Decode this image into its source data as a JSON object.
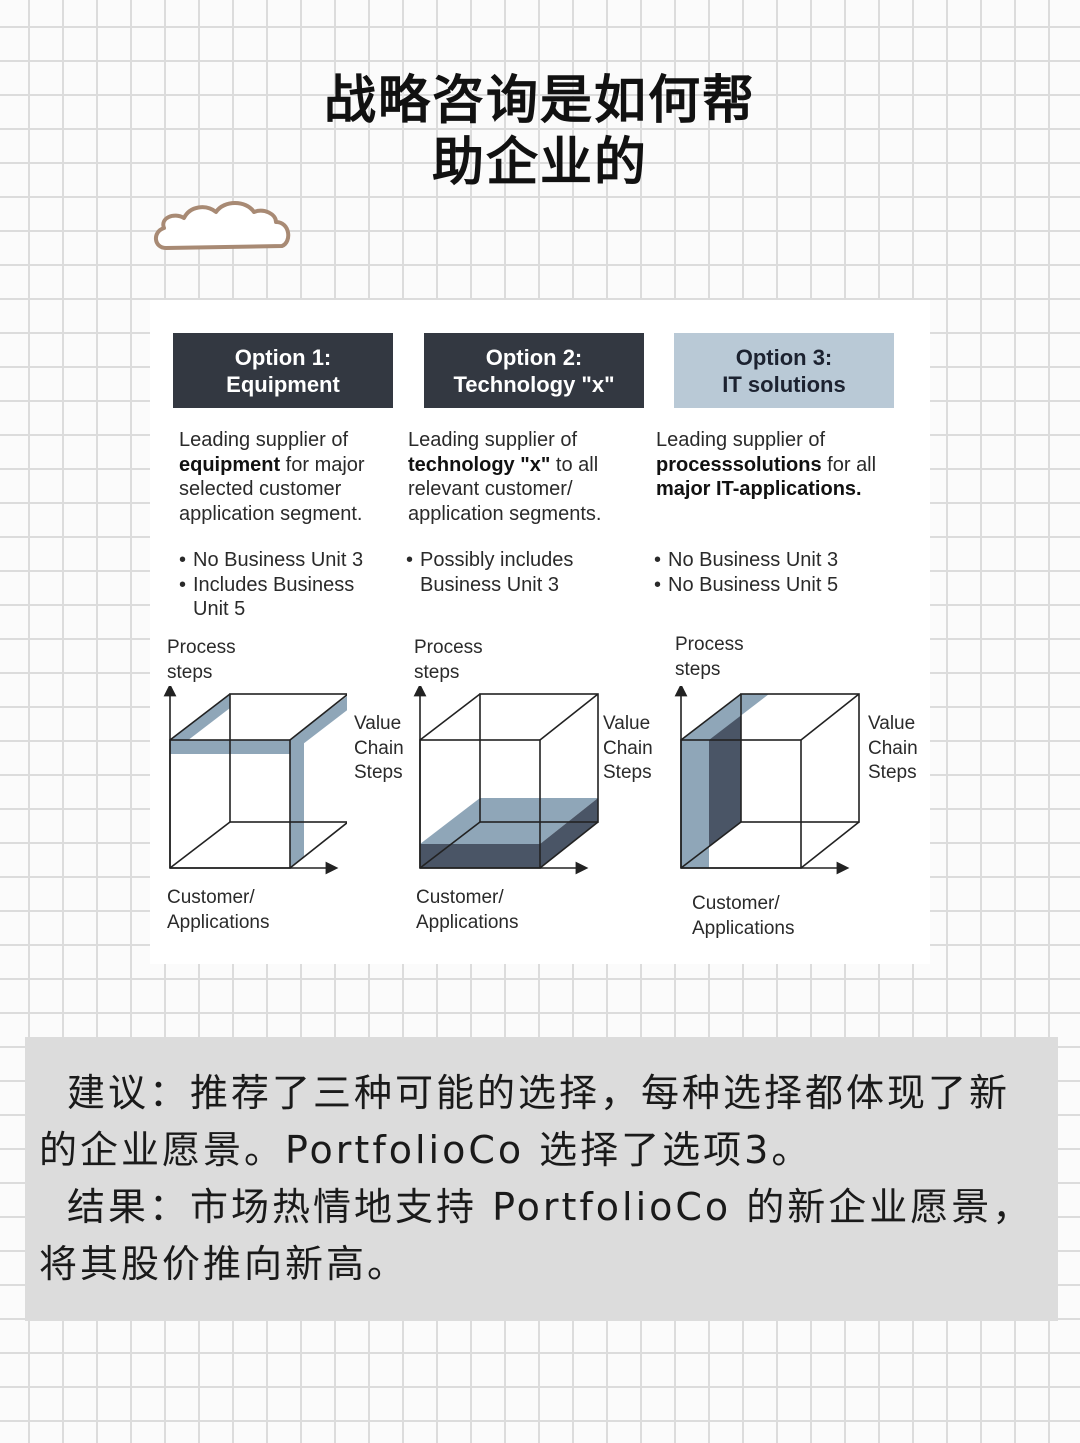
{
  "title": {
    "line1": "战略咨询是如何帮",
    "line2": "助企业的"
  },
  "options": [
    {
      "header_line1": "Option 1:",
      "header_line2": "Equipment",
      "desc_pre": "Leading supplier of",
      "desc_bold": "equipment",
      "desc_post": " for major selected customer application segment.",
      "bullets": [
        "No Business Unit 3",
        "Includes Business Unit 5"
      ]
    },
    {
      "header_line1": "Option 2:",
      "header_line2": "Technology \"x\"",
      "desc_pre": "Leading supplier of",
      "desc_bold": "technology \"x\"",
      "desc_post": " to all relevant customer/ application segments.",
      "bullets": [
        "Possibly includes Business Unit 3"
      ]
    },
    {
      "header_line1": "Option 3:",
      "header_line2": "IT solutions",
      "desc_pre": "Leading supplier of",
      "desc_bold": "processsolutions",
      "desc_post": " for all ",
      "desc_bold2": "major IT-applications.",
      "bullets": [
        "No Business Unit 3",
        "No Business Unit 5"
      ]
    }
  ],
  "axis_labels": {
    "process": "Process\nsteps",
    "value_chain": "Value\nChain\nSteps",
    "customer": "Customer/\nApplications"
  },
  "colors": {
    "dark_header": "#333841",
    "light_header": "#b9c9d6",
    "shade_light": "#8fa6b8",
    "shade_dark": "#4a5566"
  },
  "note": {
    "para1": "建议：推荐了三种可能的选择，每种选择都体现了新的企业愿景。PortfolioCo 选择了选项3。",
    "para2": "结果：市场热情地支持 PortfolioCo 的新企业愿景，将其股价推向新高。"
  }
}
